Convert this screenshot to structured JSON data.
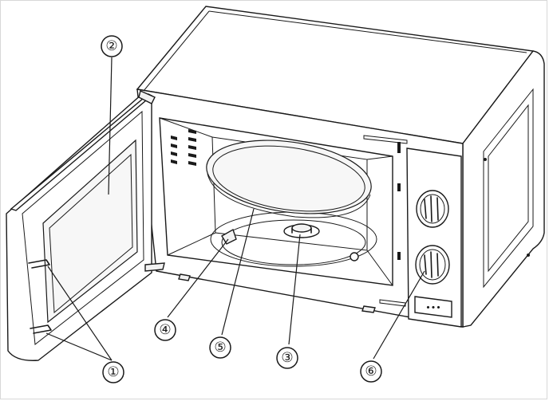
{
  "diagram": {
    "callouts": [
      {
        "id": "door-latch",
        "label": "①"
      },
      {
        "id": "door-window",
        "label": "②"
      },
      {
        "id": "turntable-shaft",
        "label": "③"
      },
      {
        "id": "roller-ring",
        "label": "④"
      },
      {
        "id": "glass-tray",
        "label": "⑤"
      },
      {
        "id": "control-panel",
        "label": "⑥"
      }
    ],
    "display": {
      "text": "•••"
    }
  }
}
